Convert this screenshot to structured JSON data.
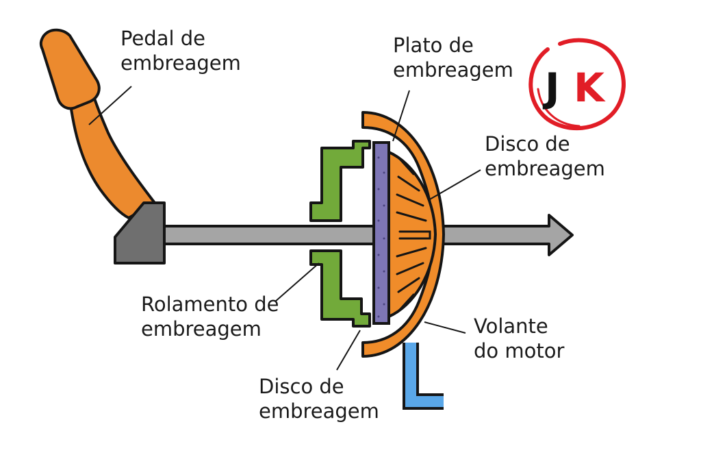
{
  "labels": {
    "pedal": {
      "line1": "Pedal de",
      "line2": "embreagem"
    },
    "plato": {
      "line1": "Plato de",
      "line2": "embreagem"
    },
    "disco_right": {
      "line1": "Disco de",
      "line2": "embreagem"
    },
    "rolamento": {
      "line1": "Rolamento de",
      "line2": "embreagem"
    },
    "volante": {
      "line1": "Volante",
      "line2": "do motor"
    },
    "disco_bottom": {
      "line1": "Disco de",
      "line2": "embreagem"
    }
  },
  "logo": {
    "letter1": "J",
    "letter2": "K"
  },
  "colors": {
    "pedal": "#ec8a2e",
    "flywheel": "#f08c2a",
    "bearing": "#72aa3a",
    "disc": "#7e76b6",
    "shaft": "#a5a5a5",
    "block": "#6f6f6f",
    "pipe": "#5aa7e8",
    "logo_ring": "#e11d26",
    "logo_j": "#111111",
    "logo_k": "#e11d26"
  }
}
